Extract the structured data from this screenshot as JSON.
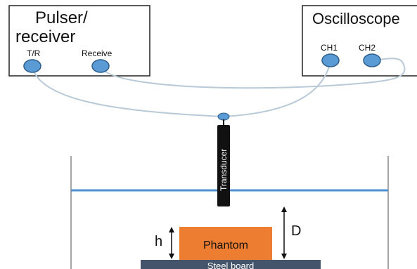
{
  "pulser_receiver": {
    "title_line1": "Pulser/",
    "title_line2": "receiver",
    "port_tr": "T/R",
    "port_receive": "Receive"
  },
  "oscilloscope": {
    "title": "Oscilloscope",
    "port_ch1": "CH1",
    "port_ch2": "CH2"
  },
  "transducer_label": "Transducer",
  "phantom_label": "Phantom",
  "steel_board_label": "Steel board",
  "dim_h": "h",
  "dim_d": "D",
  "colors": {
    "port": "#5b9bd5",
    "port_stroke": "#2e5f8a",
    "cable": "#b8c9d8",
    "water": "#4f8fd0",
    "phantom": "#ed7d31",
    "steel": "#44546a",
    "transducer": "#111111"
  }
}
